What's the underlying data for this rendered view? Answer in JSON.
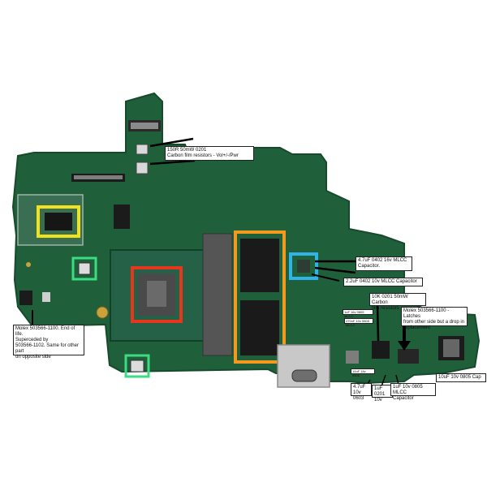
{
  "colors": {
    "board": "#1f5f3a",
    "board_dark": "#174a2d",
    "highlight_yellow": "#f2e21b",
    "highlight_green": "#3ddc84",
    "highlight_red": "#e8361d",
    "highlight_orange": "#f39a1e",
    "highlight_blue": "#2fb3e8",
    "pointer": "#000000"
  },
  "annotations": {
    "carbon_film": "150R 50mW 0201\nCarbon film resistors - Vol+/-/Pwr",
    "mlcc_47": "4.7uF 0402 16v MLCC\nCapacitor.",
    "mlcc_22": "2.2uF 0402 10v MLCC Capacitor",
    "molex_left": "Molex 503566-1100. End of life.\nSuperceded by\n503566-1102. Same for other part\non opposite side",
    "res_10k": "10K 0201 50mW Carbon\nfilm resistors",
    "molex_right": "Molex 503566-1100 - Latches\nfrom other side but a drop in\nreplacement",
    "cap_1uf_mlcc_small": "1uF 16v 0805 MLCC",
    "cap_47_bottom": "4.7uF\n10v 0603",
    "cap_1uf_bottom": "1uF 0201\n10v",
    "cap_1uf_0805": "1uF 10v 0805 MLCC\nCapacitor",
    "cap_10uf": "10uF 10v 0805 Cap",
    "small_a": "470nF 10v 0805 MLCC",
    "small_b": "10uF 16v 0805"
  }
}
